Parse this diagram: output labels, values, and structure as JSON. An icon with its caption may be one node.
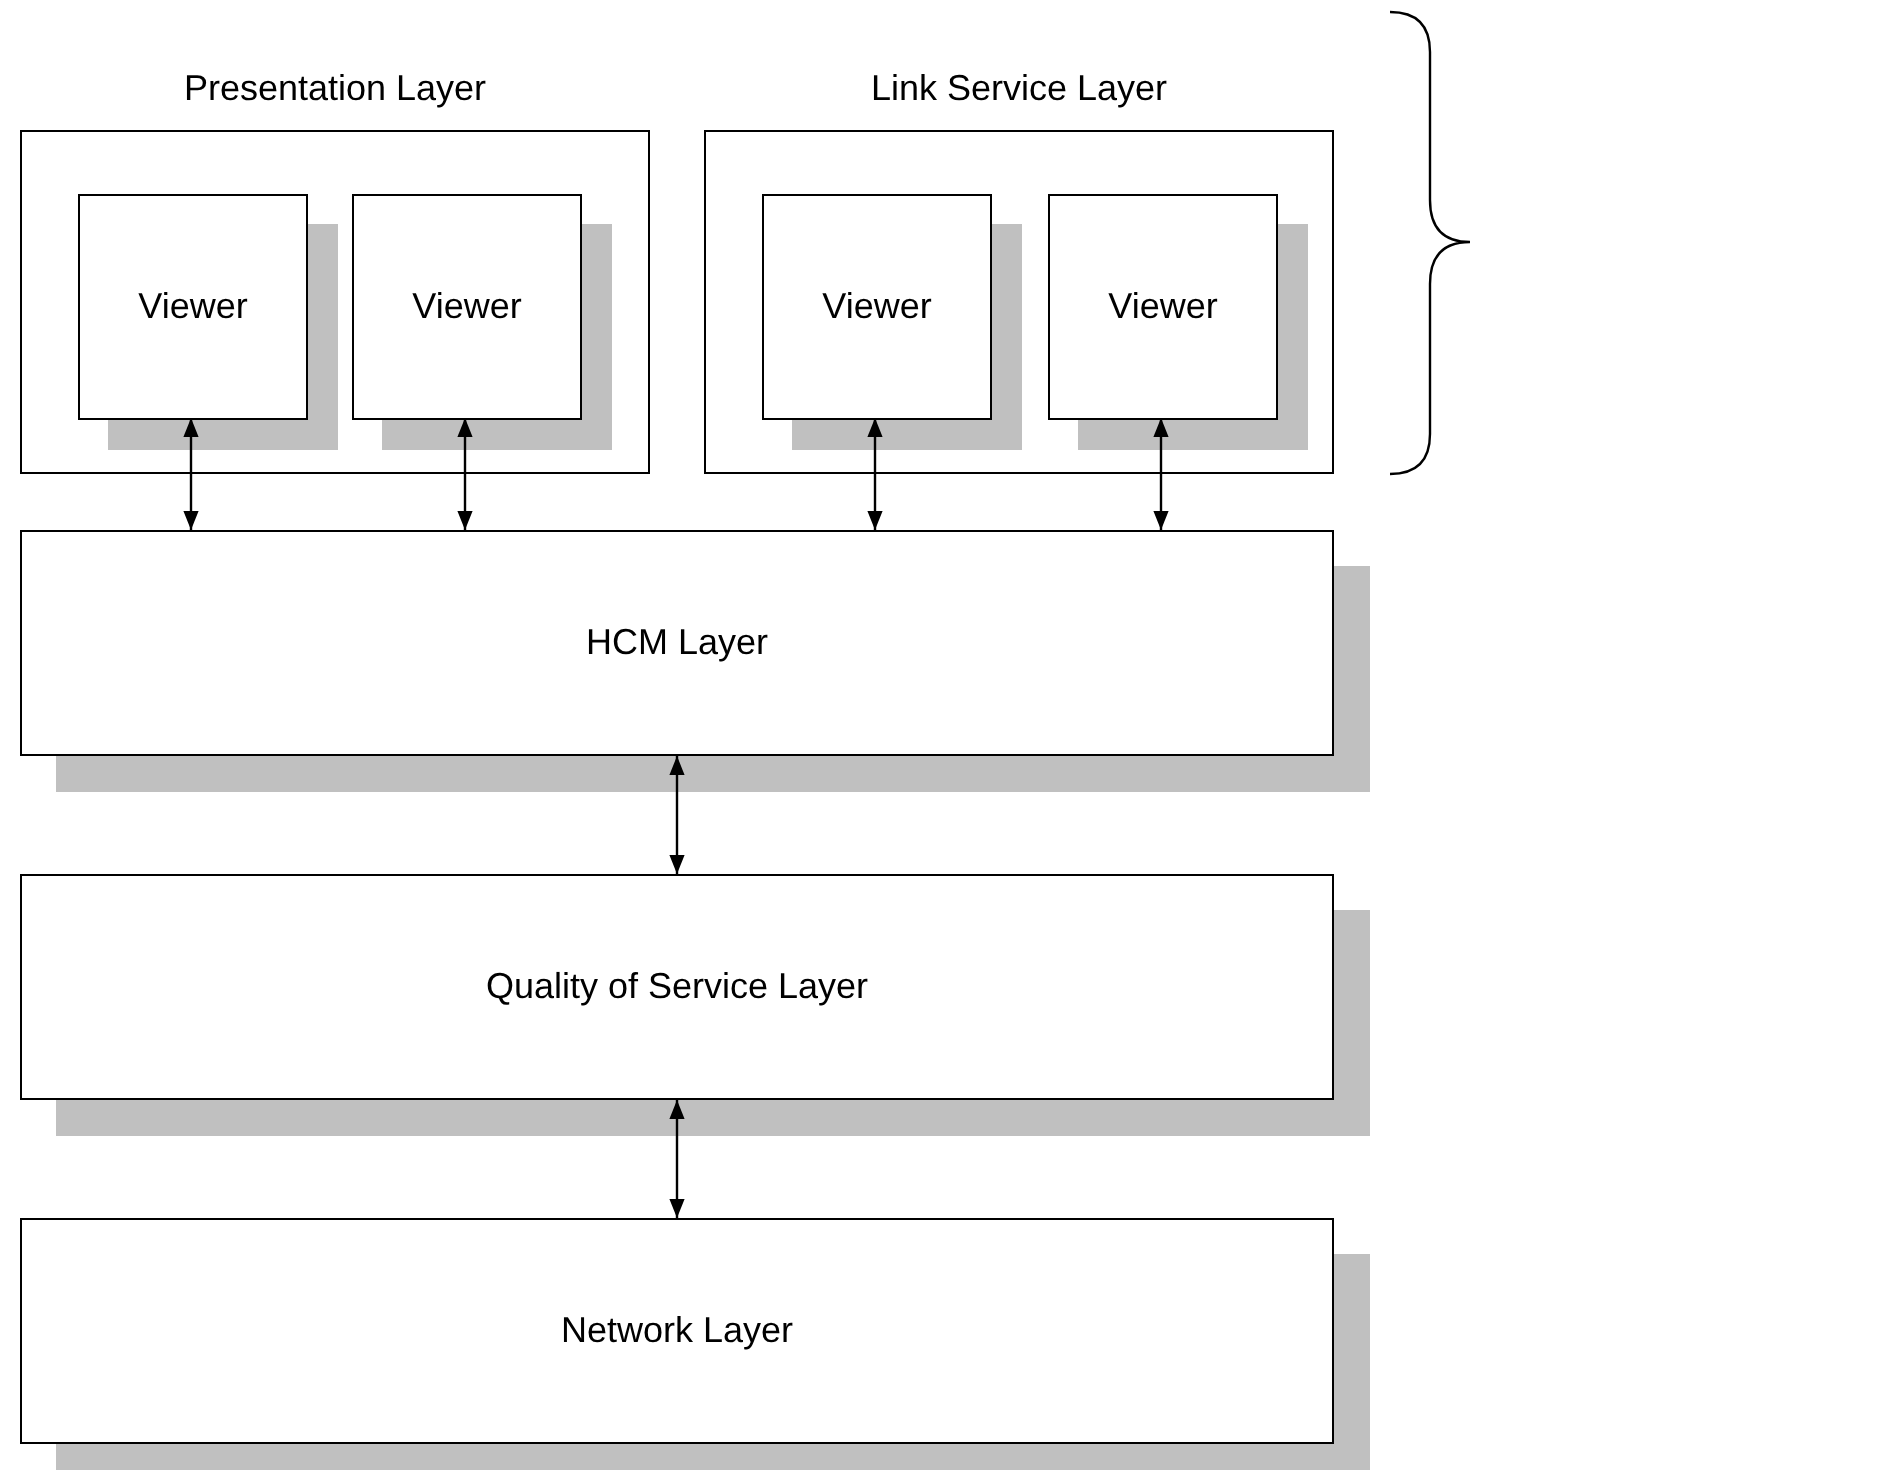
{
  "diagram": {
    "nodes": [
      {
        "text": [
          "Presentation Layer"
        ]
      },
      {
        "text": [
          "Viewer"
        ],
        "in": 0
      },
      {
        "text": [
          "Viewer"
        ],
        "in": 0
      },
      {
        "text": [
          "Link Service Layer"
        ]
      },
      {
        "text": [
          "Viewer"
        ],
        "in": 3
      },
      {
        "text": [
          "Viewer"
        ],
        "in": 3
      },
      {
        "text": [
          "HCM Layer"
        ]
      },
      {
        "text": [
          "Quality of Service Layer"
        ]
      },
      {
        "text": [
          "Network Layer"
        ]
      }
    ],
    "edges": [
      {
        "from": 1,
        "to": 6,
        "arrow": "both"
      },
      {
        "from": 2,
        "to": 6,
        "arrow": "both"
      },
      {
        "from": 4,
        "to": 6,
        "arrow": "both"
      },
      {
        "from": 5,
        "to": 6,
        "arrow": "both"
      },
      {
        "from": 6,
        "to": 7,
        "arrow": "both"
      },
      {
        "from": 7,
        "to": 8,
        "arrow": "both"
      }
    ]
  }
}
